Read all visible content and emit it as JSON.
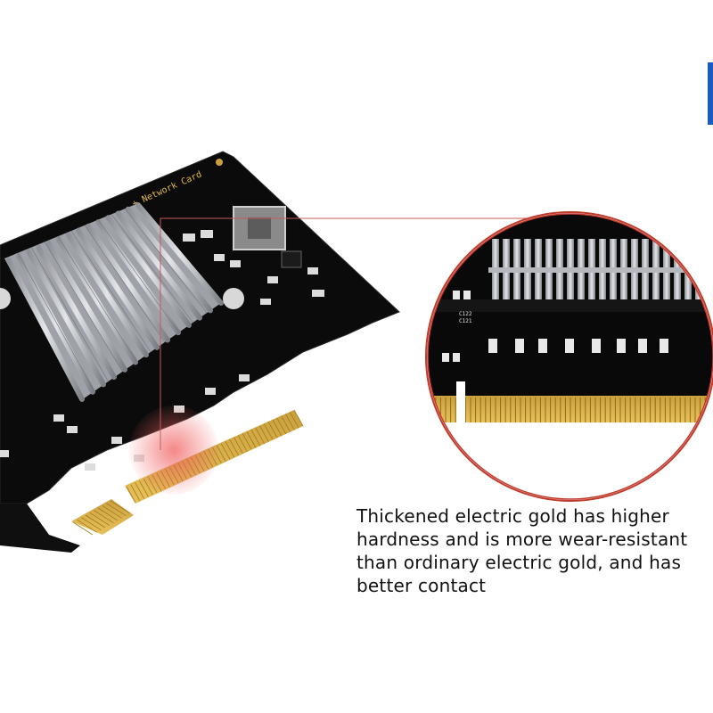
{
  "product_photo": {
    "board_label": "+ Network Card",
    "colors": {
      "pcb": "#0b0b0b",
      "heatsink": "#b9bcc1",
      "gold_contacts": "#d9b14a",
      "callout_line": "#c0392b",
      "highlight": "#e35a5a",
      "accent_edge": "#1a5bbf"
    }
  },
  "zoom_callout": {
    "labels": {
      "cap_top": "C122",
      "cap_mid": "C121"
    }
  },
  "caption": {
    "line1": "Thickened electric gold has higher",
    "line2": " hardness and is more wear-resistant",
    "line3": " than ordinary electric gold, and has",
    "line4": "better contact"
  }
}
